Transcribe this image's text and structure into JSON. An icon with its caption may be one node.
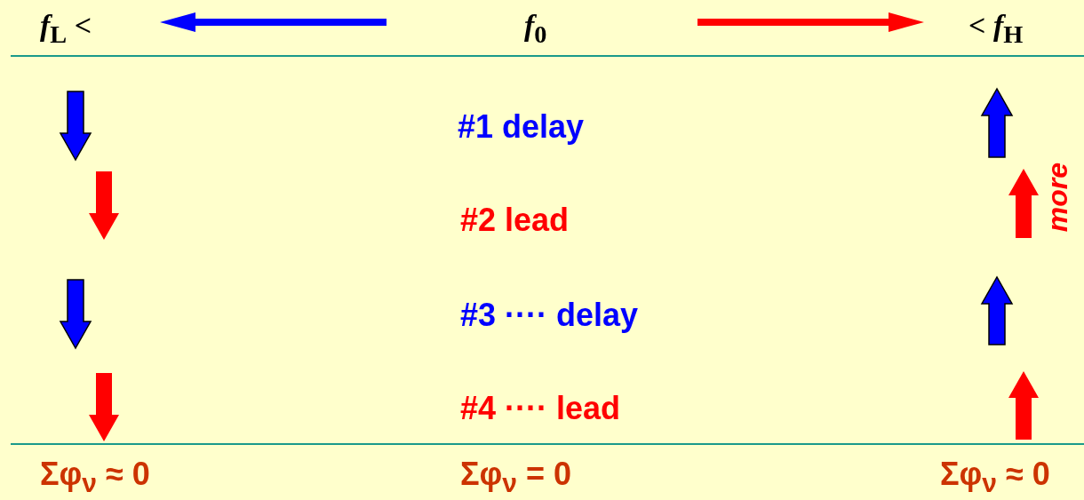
{
  "diagram": {
    "labels": [
      "*f*$_{L}$ <",
      "*f*$_{0}$",
      "< *f*$_{H}$",
      "#1 delay",
      "#2 lead",
      "more",
      "#3 ···· delay",
      "#4 ···· lead",
      "Σφ$_{ν}$ ≈ 0",
      "Σφ$_{ν}$ = 0",
      "Σφ$_{ν}$ ≈ 0"
    ]
  }
}
